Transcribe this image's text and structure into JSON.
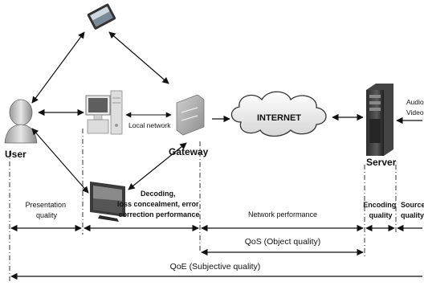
{
  "nodes": {
    "user": "User",
    "gateway": "Gateway",
    "internet": "INTERNET",
    "server": "Server",
    "local_network": "Local network",
    "audio": "Audio",
    "video": "Video"
  },
  "segments": {
    "presentation": [
      "Presentation",
      "quality"
    ],
    "decoding": [
      "Decoding,",
      "loss concealment, error",
      "correction performance"
    ],
    "network": "Network performance",
    "encoding": [
      "Encoding",
      "quality"
    ],
    "source": [
      "Source",
      "quality"
    ]
  },
  "spans": {
    "qos": "QoS (Object quality)",
    "qoe": "QoE (Subjective quality)"
  },
  "colors": {
    "line": "#111111",
    "dash": "#333333",
    "device_dark": "#3a3a3a",
    "device_light": "#d9d9d9"
  }
}
